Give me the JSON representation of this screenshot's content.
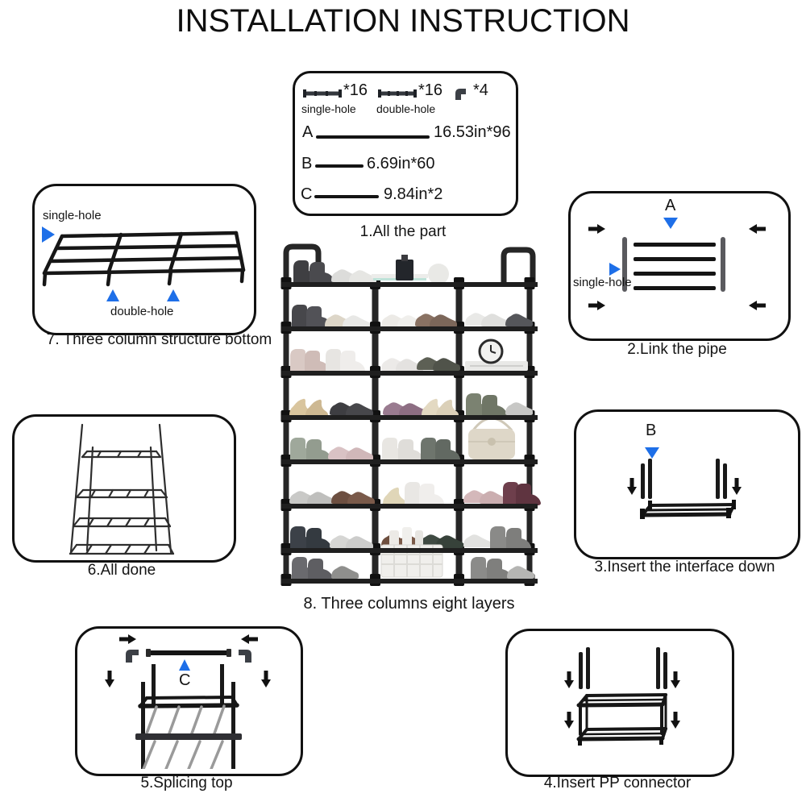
{
  "title": "INSTALLATION INSTRUCTION",
  "colors": {
    "accent_blue": "#1e6fe8",
    "ink": "#141414"
  },
  "parts_panel": {
    "caption": "1.All the part",
    "pipes": [
      {
        "label": "single-hole",
        "qty": "*16"
      },
      {
        "label": "double-hole",
        "qty": "*16"
      }
    ],
    "connector_qty": "*4",
    "sizes": [
      {
        "key": "A",
        "value": "16.53in*96"
      },
      {
        "key": "B",
        "value": "6.69in*60"
      },
      {
        "key": "C",
        "value": "9.84in*2"
      }
    ]
  },
  "steps": {
    "link_pipe": {
      "caption": "2.Link the pipe",
      "part_label": "A",
      "hole_label": "single-hole"
    },
    "insert_interface": {
      "caption": "3.Insert the interface down",
      "part_label": "B"
    },
    "pp_connector": {
      "caption": "4.Insert PP connector"
    },
    "splicing_top": {
      "caption": "5.Splicing top",
      "part_label": "C"
    },
    "all_done": {
      "caption": "6.All done"
    },
    "bottom_structure": {
      "caption": "7. Three column structure bottom",
      "single_hole_label": "single-hole",
      "double_hole_label": "double-hole"
    },
    "full_rack": {
      "caption": "8. Three columns eight layers"
    }
  }
}
